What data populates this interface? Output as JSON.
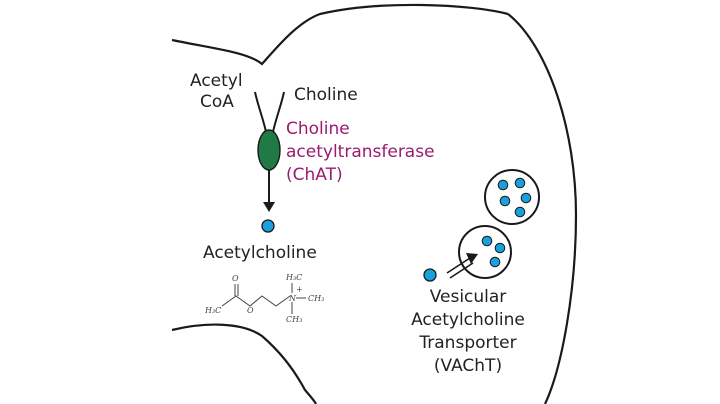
{
  "colors": {
    "outline": "#1a1a1a",
    "enzyme": "#1f7a45",
    "molecule": "#1aa0dc",
    "enzyme_label": "#9b1a6e"
  },
  "labels": {
    "acetyl_coa": [
      "Acetyl",
      "CoA"
    ],
    "choline": "Choline",
    "enzyme": [
      "Choline",
      "acetyltransferase",
      "(ChAT)"
    ],
    "product": "Acetylcholine",
    "transporter": [
      "Vesicular",
      "Acetylcholine",
      "Transporter",
      "(VAChT)"
    ]
  },
  "structure_labels": {
    "oxygen_top": "O",
    "oxygen_ester": "O",
    "methyl_left": "H₃C",
    "nitrogen": "N",
    "charge": "+",
    "methyl_top": "H₃C",
    "methyl_right": "CH₃",
    "methyl_bottom": "CH₃"
  },
  "icons": {
    "enzyme": "enzyme-blob-icon",
    "molecule": "acetylcholine-dot-icon",
    "vesicle": "vesicle-icon"
  }
}
